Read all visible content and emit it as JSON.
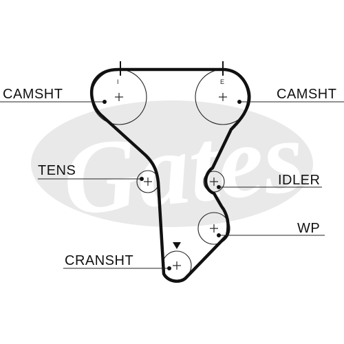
{
  "labels": {
    "camsht_left": "CAMSHT",
    "camsht_right": "CAMSHT",
    "tens": "TENS",
    "idler": "IDLER",
    "wp": "WP",
    "cransht": "CRANSHT"
  },
  "timing_marks": {
    "intake": "I",
    "exhaust": "E"
  },
  "watermark": {
    "brand": "Gates"
  },
  "colors": {
    "belt": "#111111",
    "watermark": "#e9e9e9"
  }
}
